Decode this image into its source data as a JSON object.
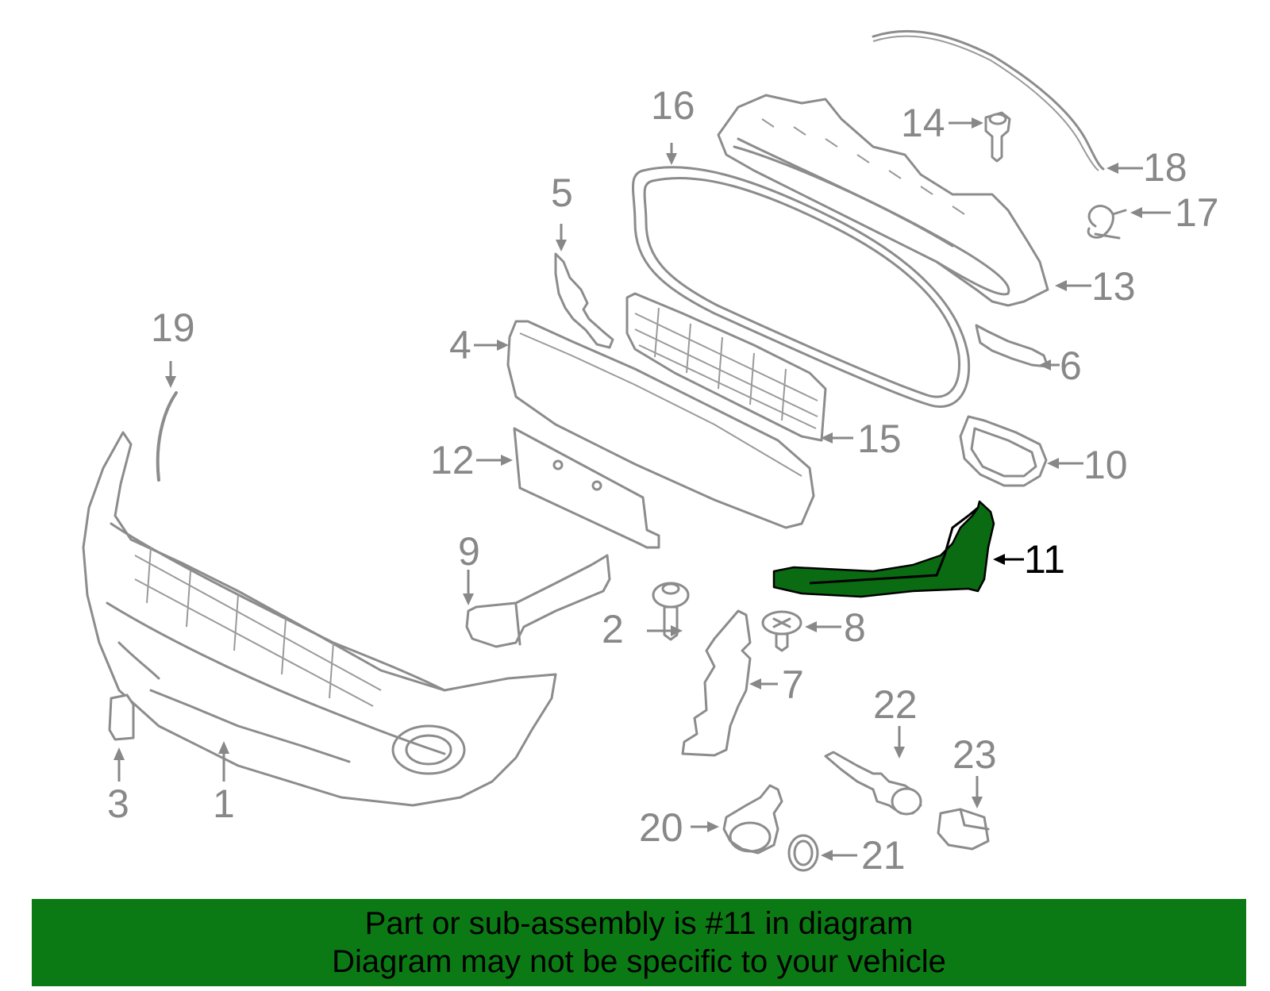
{
  "diagram": {
    "highlight_color": "#0c7a14",
    "callouts": [
      {
        "id": "1",
        "label": "1",
        "highlighted": false
      },
      {
        "id": "2",
        "label": "2",
        "highlighted": false
      },
      {
        "id": "3",
        "label": "3",
        "highlighted": false
      },
      {
        "id": "4",
        "label": "4",
        "highlighted": false
      },
      {
        "id": "5",
        "label": "5",
        "highlighted": false
      },
      {
        "id": "6",
        "label": "6",
        "highlighted": false
      },
      {
        "id": "7",
        "label": "7",
        "highlighted": false
      },
      {
        "id": "8",
        "label": "8",
        "highlighted": false
      },
      {
        "id": "9",
        "label": "9",
        "highlighted": false
      },
      {
        "id": "10",
        "label": "10",
        "highlighted": false
      },
      {
        "id": "11",
        "label": "11",
        "highlighted": true
      },
      {
        "id": "12",
        "label": "12",
        "highlighted": false
      },
      {
        "id": "13",
        "label": "13",
        "highlighted": false
      },
      {
        "id": "14",
        "label": "14",
        "highlighted": false
      },
      {
        "id": "15",
        "label": "15",
        "highlighted": false
      },
      {
        "id": "16",
        "label": "16",
        "highlighted": false
      },
      {
        "id": "17",
        "label": "17",
        "highlighted": false
      },
      {
        "id": "18",
        "label": "18",
        "highlighted": false
      },
      {
        "id": "19",
        "label": "19",
        "highlighted": false
      },
      {
        "id": "20",
        "label": "20",
        "highlighted": false
      },
      {
        "id": "21",
        "label": "21",
        "highlighted": false
      },
      {
        "id": "22",
        "label": "22",
        "highlighted": false
      },
      {
        "id": "23",
        "label": "23",
        "highlighted": false
      }
    ]
  },
  "banner": {
    "line1": "Part or sub-assembly is #11 in diagram",
    "line2": "Diagram may not be specific to your vehicle"
  }
}
